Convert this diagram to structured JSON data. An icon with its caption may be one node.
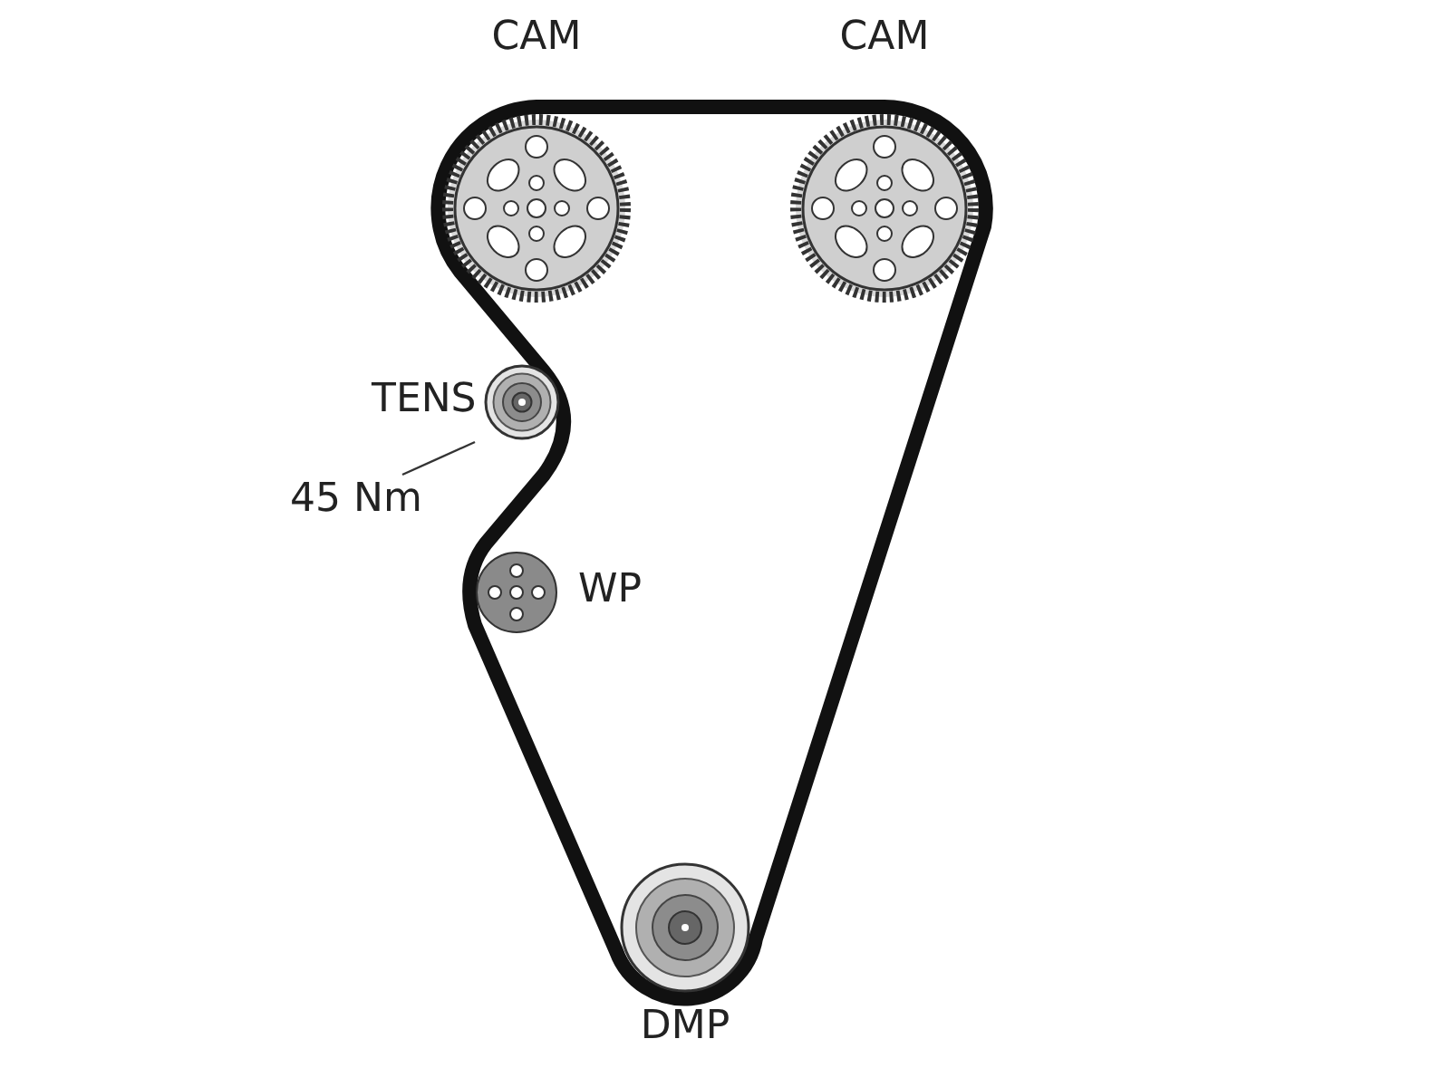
{
  "diagram": {
    "nodes": [
      {
        "text": [
          "CAM"
        ]
      },
      {
        "text": [
          "CAM"
        ]
      },
      {
        "text": [
          "TENS"
        ]
      },
      {
        "text": [
          "45 Nm"
        ]
      },
      {
        "text": [
          "WP"
        ]
      },
      {
        "text": [
          "DMP"
        ]
      }
    ],
    "edges": [
      {
        "from": 3,
        "to": 2,
        "arrow": "none"
      }
    ]
  }
}
